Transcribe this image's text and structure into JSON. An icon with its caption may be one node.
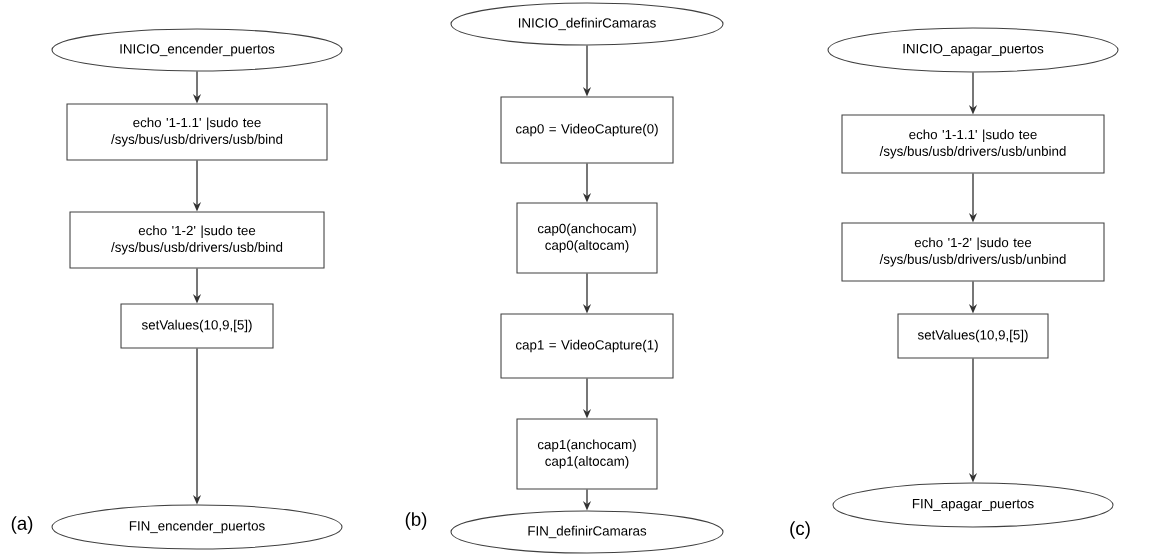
{
  "diagram": {
    "nodes": [
      {
        "text": [
          "INICIO_encender_puertos"
        ]
      },
      {
        "text": [
          "echo '1-1.1' |sudo tee /sys/bus/usb/drivers/usb/bind"
        ]
      },
      {
        "text": [
          "echo '1-2' |sudo tee /sys/bus/usb/drivers/usb/bind"
        ]
      },
      {
        "text": [
          "setValues(10,9,[5])"
        ]
      },
      {
        "text": [
          "FIN_encender_puertos"
        ]
      },
      {
        "text": [
          "INICIO_definirCamaras"
        ]
      },
      {
        "text": [
          "cap0 = VideoCapture(0)"
        ]
      },
      {
        "text": [
          "cap0(anchocam) cap0(altocam)"
        ]
      },
      {
        "text": [
          "cap1 = VideoCapture(1)"
        ]
      },
      {
        "text": [
          "cap1(anchocam) cap1(altocam)"
        ]
      },
      {
        "text": [
          "FIN_definirCamaras"
        ]
      },
      {
        "text": [
          "INICIO_apagar_puertos"
        ]
      },
      {
        "text": [
          "echo '1-1.1' |sudo tee /sys/bus/usb/drivers/usb/unbind"
        ]
      },
      {
        "text": [
          "echo '1-2' |sudo tee /sys/bus/usb/drivers/usb/unbind"
        ]
      },
      {
        "text": [
          "setValues(10,9,[5])"
        ]
      },
      {
        "text": [
          "FIN_apagar_puertos"
        ]
      }
    ],
    "edges": [
      {
        "from": 0,
        "to": 1,
        "arrow": "to"
      },
      {
        "from": 1,
        "to": 2,
        "arrow": "to"
      },
      {
        "from": 2,
        "to": 3,
        "arrow": "to"
      },
      {
        "from": 3,
        "to": 4,
        "arrow": "to"
      },
      {
        "from": 5,
        "to": 6,
        "arrow": "to"
      },
      {
        "from": 6,
        "to": 7,
        "arrow": "to"
      },
      {
        "from": 7,
        "to": 8,
        "arrow": "to"
      },
      {
        "from": 8,
        "to": 9,
        "arrow": "to"
      },
      {
        "from": 9,
        "to": 10,
        "arrow": "to"
      },
      {
        "from": 11,
        "to": 12,
        "arrow": "to"
      },
      {
        "from": 12,
        "to": 13,
        "arrow": "to"
      },
      {
        "from": 13,
        "to": 14,
        "arrow": "to"
      },
      {
        "from": 14,
        "to": 15,
        "arrow": "to"
      }
    ],
    "labels": [
      "(a)",
      "(b)",
      "(c)"
    ]
  }
}
